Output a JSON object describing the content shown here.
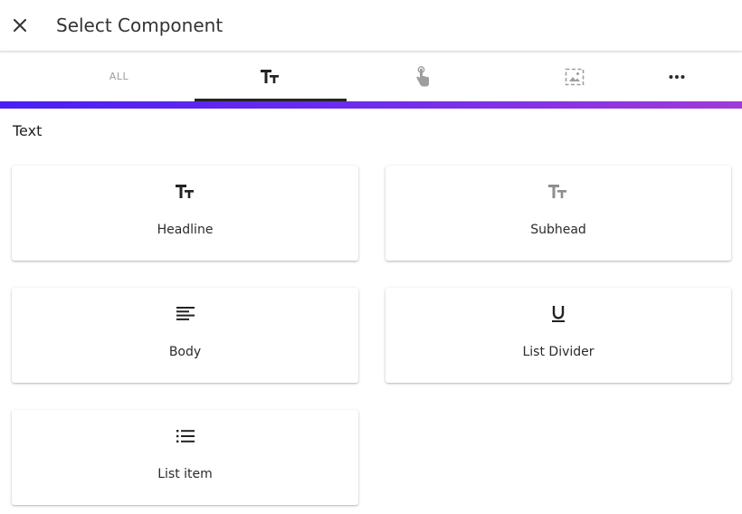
{
  "header": {
    "title": "Select Component",
    "close_icon": "close-icon"
  },
  "tabs": [
    {
      "id": "all",
      "label": "ALL"
    },
    {
      "id": "text",
      "icon": "text-fields-icon",
      "selected": true
    },
    {
      "id": "touch",
      "icon": "touch-icon"
    },
    {
      "id": "image",
      "icon": "image-icon"
    },
    {
      "id": "more",
      "icon": "more-horiz-icon"
    }
  ],
  "colors": {
    "gradient_start": "#4a1ef2",
    "gradient_end": "#a13ad8",
    "indicator": "#262626"
  },
  "section": {
    "title": "Text"
  },
  "cards": [
    {
      "label": "Headline",
      "icon": "text-fields-icon"
    },
    {
      "label": "Subhead",
      "icon": "text-fields-icon"
    },
    {
      "label": "Body",
      "icon": "subject-icon"
    },
    {
      "label": "List Divider",
      "icon": "underline-icon"
    },
    {
      "label": "List item",
      "icon": "list-icon"
    }
  ]
}
